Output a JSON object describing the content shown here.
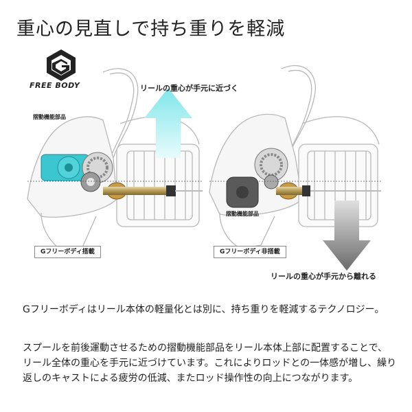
{
  "title": "重心の見直しで持ち重りを軽減",
  "logo": {
    "text": "FREE BODY"
  },
  "figure": {
    "approach_label": "リールの重心が手元に近づく",
    "away_label": "リールの重心が手元から離れる",
    "sliding_part_label_left": "摺動機能部品",
    "sliding_part_label_right": "摺動機能部品",
    "badge_with": "Gフリーボディ搭載",
    "badge_without": "Gフリーボディ非搭載",
    "colors": {
      "accent_cyan": "#3cc6cf",
      "gray_arrow": "#6f6f6f",
      "line": "#b5b5b5"
    }
  },
  "description": {
    "paragraph1": "Gフリーボディはリール本体の軽量化とは別に、持ち重りを軽減するテクノロジー。",
    "paragraph2": "スプールを前後運動させるための摺動機能部品をリール本体上部に配置することで、リール全体の重心を手元に近づけています。これによりロッドとの一体感が増し、繰り返しのキャストによる疲労の低減、またロッド操作性の向上につながります。"
  }
}
